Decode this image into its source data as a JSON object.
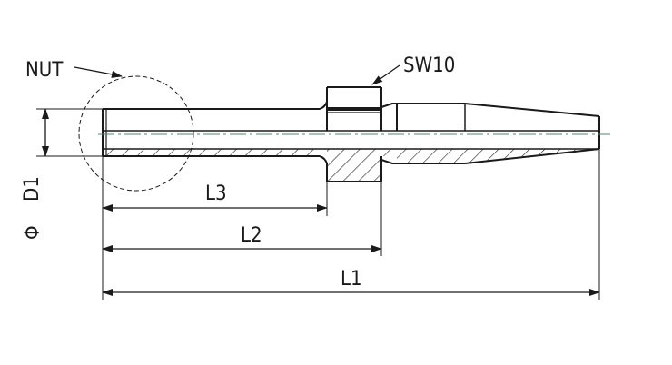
{
  "labels": {
    "nut": "NUT",
    "wrench_size": "SW10",
    "phi": "Φ",
    "d1": "D1",
    "l1": "L1",
    "l2": "L2",
    "l3": "L3"
  },
  "colors": {
    "line": "#1a1a1a",
    "centerline": "#4a8a6a",
    "background": "#ffffff"
  }
}
